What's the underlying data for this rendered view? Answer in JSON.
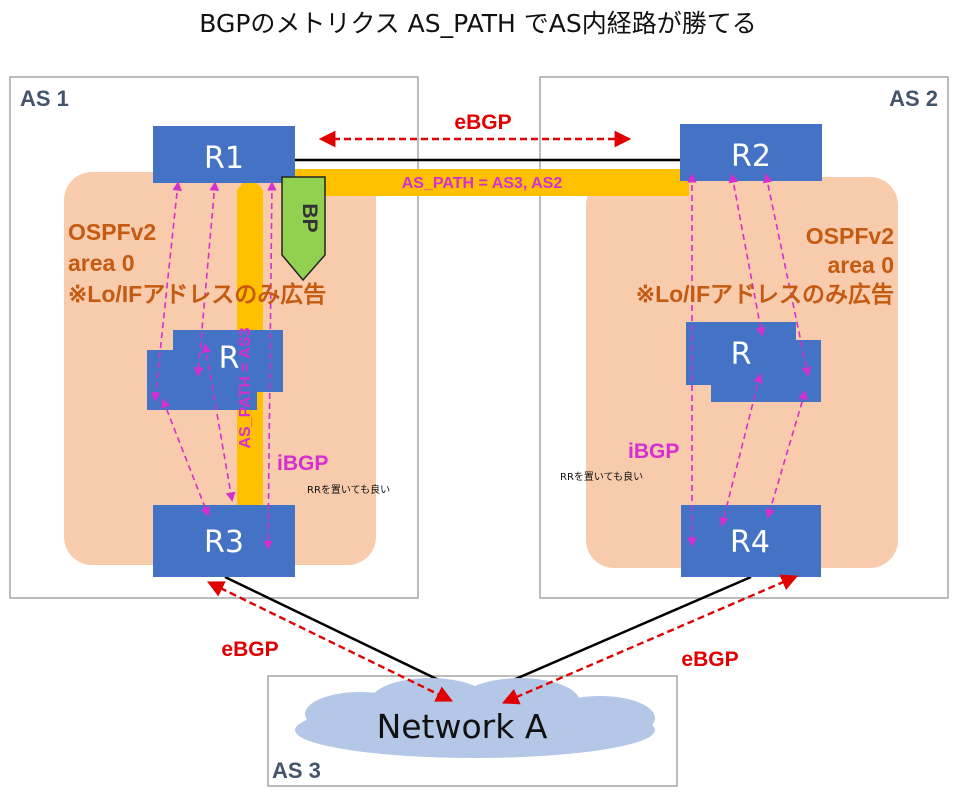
{
  "title": "BGPのメトリクス AS_PATH でAS内経路が勝てる",
  "as1": {
    "label": "AS 1",
    "ospf": [
      "OSPFv2",
      "area 0",
      "※Lo/IFアドレスのみ広告"
    ],
    "ibgp": "iBGP",
    "rr_note": "RRを置いても良い"
  },
  "as2": {
    "label": "AS 2",
    "ospf": [
      "OSPFv2",
      "area 0",
      "※Lo/IFアドレスのみ広告"
    ],
    "ibgp": "iBGP",
    "rr_note": "RRを置いても良い"
  },
  "as3": {
    "label": "AS 3",
    "network": "Network A"
  },
  "routers": {
    "r1": "R1",
    "r2": "R2",
    "r3": "R3",
    "r4": "R4",
    "as1_mid": "R",
    "as2_mid": "R"
  },
  "ebgp_labels": {
    "top": "eBGP",
    "bottom_left": "eBGP",
    "bottom_right": "eBGP"
  },
  "as_path_horizontal": "AS_PATH = AS3, AS2",
  "as_path_vertical": "AS_PATH = AS3",
  "best_path": "BP",
  "colors": {
    "router": "#4472c4",
    "ospf_area": "#f8cbad",
    "as_path_bar": "#ffc000",
    "best_path": "#92d050",
    "ebgp": "#e00000",
    "ibgp": "#d62ecf",
    "ospf_text": "#c55a11",
    "cloud": "#b4c7e7"
  }
}
